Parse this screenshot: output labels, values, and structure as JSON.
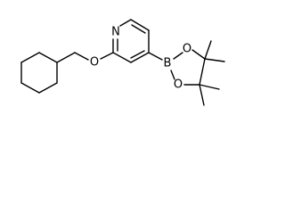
{
  "molecule": {
    "atoms": {
      "N": "N",
      "O_ether": "O",
      "B": "B",
      "O_boronate_top": "O",
      "O_boronate_bottom": "O"
    }
  }
}
